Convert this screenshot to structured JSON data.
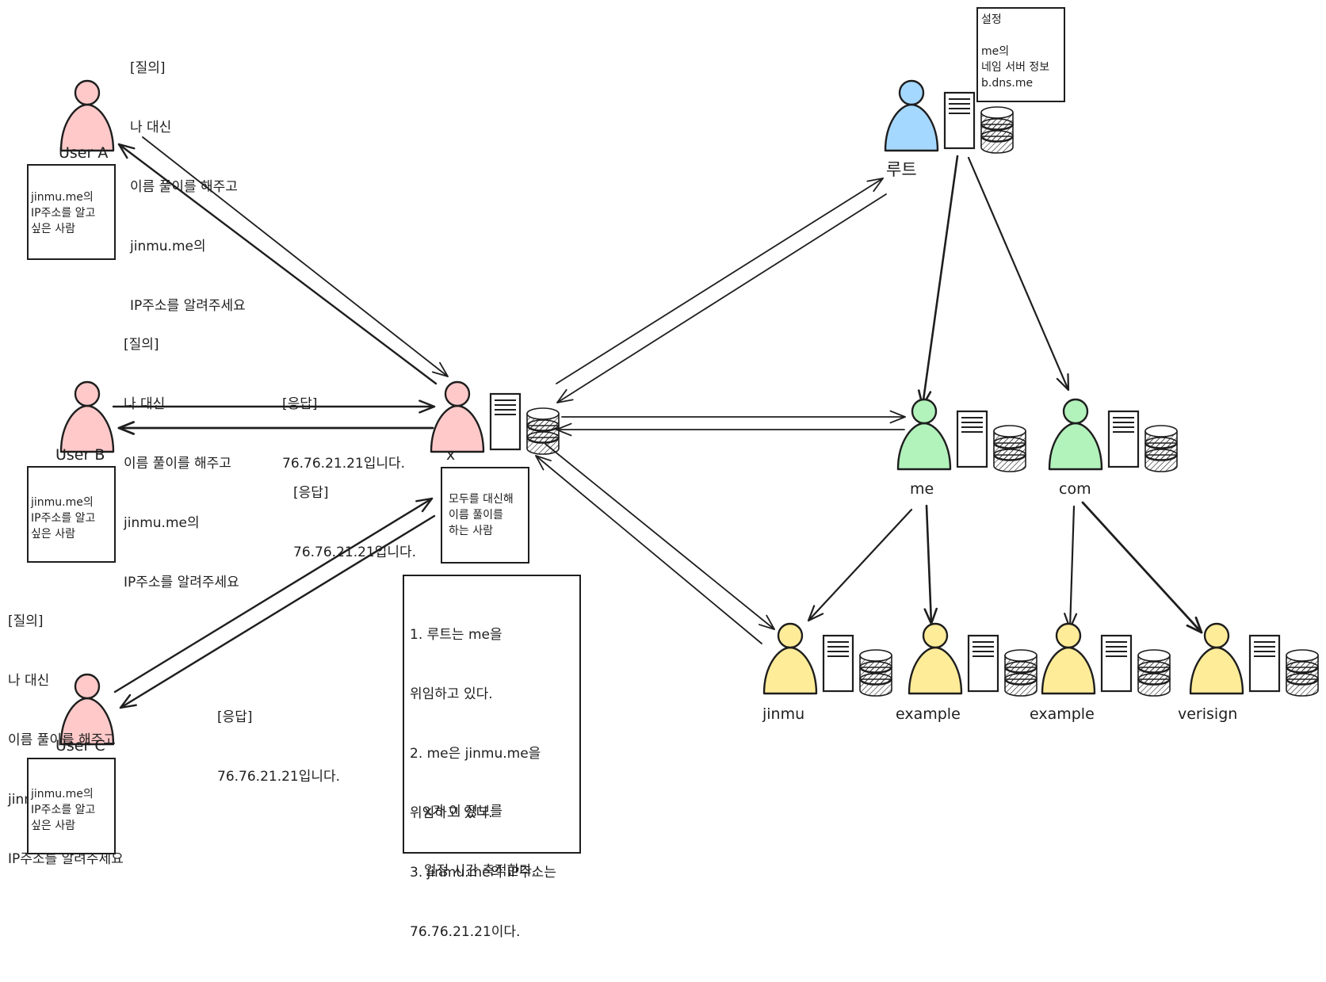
{
  "colors": {
    "user": "#ffc9c9",
    "root": "#a5d8ff",
    "tld": "#b2f2bb",
    "authoritative": "#ffec99",
    "stroke": "#1e1e1e"
  },
  "users": [
    {
      "label": "User A",
      "note": [
        "jinmu.me의",
        "IP주소를 알고",
        "싶은 사람"
      ],
      "query": [
        "[질의]",
        "나 대신",
        "이름 풀이를 해주고",
        "jinmu.me의",
        "IP주소를 알려주세요"
      ]
    },
    {
      "label": "User B",
      "note": [
        "jinmu.me의",
        "IP주소를 알고",
        "싶은 사람"
      ],
      "query": [
        "[질의]",
        "나 대신",
        "이름 풀이를 해주고",
        "jinmu.me의",
        "IP주소를 알려주세요"
      ],
      "response_top": [
        "[응답]",
        "76.76.21.21입니다."
      ],
      "response_bottom": [
        "[응답]",
        "76.76.21.21입니다."
      ]
    },
    {
      "label": "User C",
      "note": [
        "jinmu.me의",
        "IP주소를 알고",
        "싶은 사람"
      ],
      "query": [
        "[질의]",
        "나 대신",
        "이름 풀이를 해주고",
        "jinmu.me의",
        "IP주소를 알려주세요"
      ],
      "response": [
        "[응답]",
        "76.76.21.21입니다."
      ]
    }
  ],
  "resolver": {
    "label": "x",
    "note": [
      "모두를 대신해",
      "이름 풀이를",
      "하는 사람"
    ],
    "cache_note": [
      "1. 루트는 me을",
      "위임하고 있다.",
      "2. me은 jinmu.me을",
      "위임하고 있다.",
      "3. jinmu.me의 IP주소는",
      "76.76.21.21이다."
    ],
    "cache_footer": [
      "x가 이 정보를",
      "일정 시간 축적한다."
    ]
  },
  "root": {
    "label": "루트",
    "settings_note": [
      "설정",
      "",
      "me의",
      "네임 서버 정보",
      "b.dns.me"
    ]
  },
  "tld": [
    {
      "label": "me"
    },
    {
      "label": "com"
    }
  ],
  "authoritative": [
    {
      "label": "jinmu"
    },
    {
      "label": "example"
    },
    {
      "label": "example"
    },
    {
      "label": "verisign"
    }
  ]
}
